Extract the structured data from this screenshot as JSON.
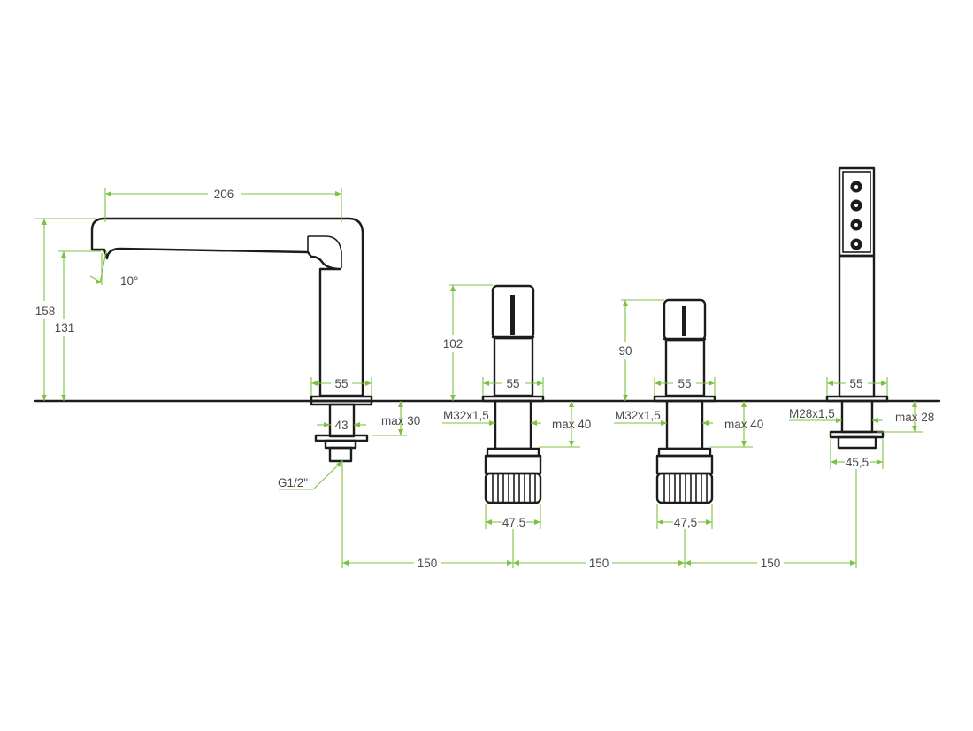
{
  "colors": {
    "outline": "#1c1c1c",
    "dimension": "#7cc242",
    "text": "#4a4a4a"
  },
  "spout": {
    "length": "206",
    "height_total": "158",
    "height_outlet": "131",
    "angle": "10°",
    "base_width": "55",
    "shank_width": "43",
    "thickness_max": "max 30",
    "thread": "G1/2\""
  },
  "valve_left": {
    "height": "102",
    "base_width": "55",
    "thread": "M32x1,5",
    "thickness_max": "max 40",
    "nut_width": "47,5"
  },
  "valve_right": {
    "height": "90",
    "base_width": "55",
    "thread": "M32x1,5",
    "thickness_max": "max 40",
    "nut_width": "47,5"
  },
  "shower": {
    "base_width": "55",
    "thread": "M28x1,5",
    "thickness_max": "max 28",
    "nut_width": "45,5"
  },
  "spacing": [
    "150",
    "150",
    "150"
  ]
}
